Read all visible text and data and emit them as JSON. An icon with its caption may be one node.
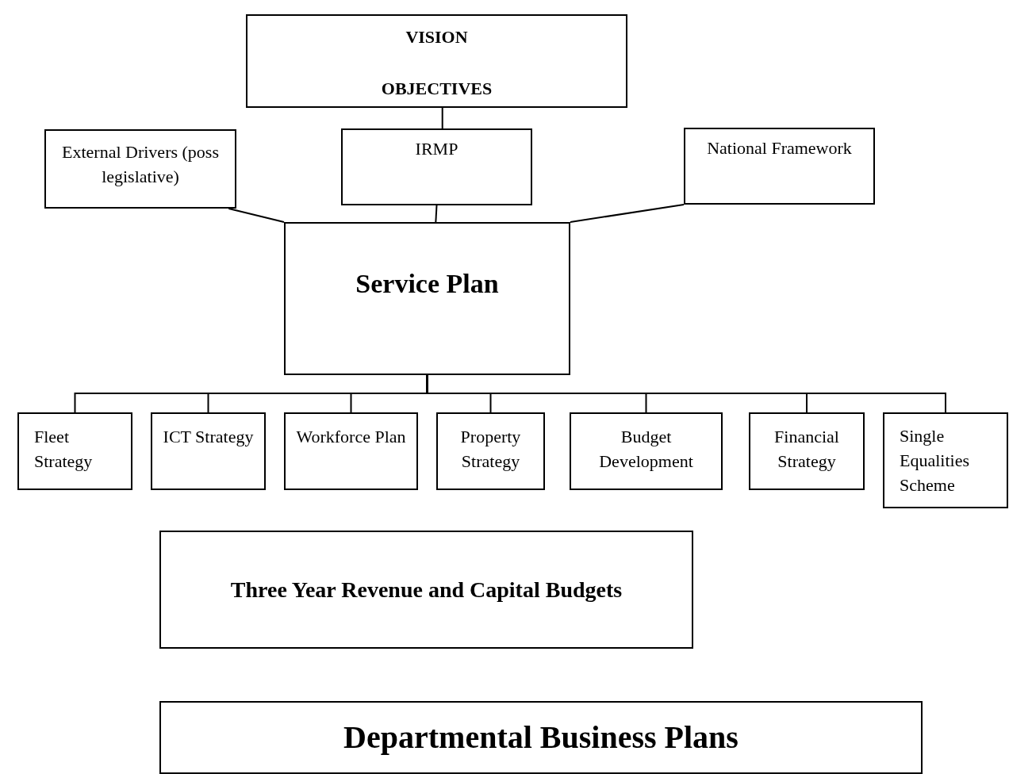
{
  "diagram": {
    "nodes": [
      {
        "text": [
          "VISION",
          "OBJECTIVES"
        ]
      },
      {
        "text": [
          "External Drivers (poss legislative)"
        ]
      },
      {
        "text": [
          "IRMP"
        ]
      },
      {
        "text": [
          "National Framework"
        ]
      },
      {
        "text": [
          "Service Plan"
        ]
      },
      {
        "text": [
          "Fleet Strategy"
        ]
      },
      {
        "text": [
          "ICT Strategy"
        ]
      },
      {
        "text": [
          "Workforce Plan"
        ]
      },
      {
        "text": [
          "Property Strategy"
        ]
      },
      {
        "text": [
          "Budget Development"
        ]
      },
      {
        "text": [
          "Financial Strategy"
        ]
      },
      {
        "text": [
          "Single Equalities Scheme"
        ]
      },
      {
        "text": [
          "Three Year Revenue and Capital Budgets"
        ]
      },
      {
        "text": [
          "Departmental Business Plans"
        ]
      }
    ],
    "edges": [
      {
        "from": 0,
        "to": 2,
        "arrow": "none"
      },
      {
        "from": 2,
        "to": 4,
        "arrow": "none"
      },
      {
        "from": 1,
        "to": 4,
        "arrow": "none"
      },
      {
        "from": 3,
        "to": 4,
        "arrow": "none"
      },
      {
        "from": 4,
        "to": 5,
        "arrow": "none"
      },
      {
        "from": 4,
        "to": 6,
        "arrow": "none"
      },
      {
        "from": 4,
        "to": 7,
        "arrow": "none"
      },
      {
        "from": 4,
        "to": 8,
        "arrow": "none"
      },
      {
        "from": 4,
        "to": 9,
        "arrow": "none"
      },
      {
        "from": 4,
        "to": 10,
        "arrow": "none"
      },
      {
        "from": 4,
        "to": 11,
        "arrow": "none"
      }
    ]
  }
}
